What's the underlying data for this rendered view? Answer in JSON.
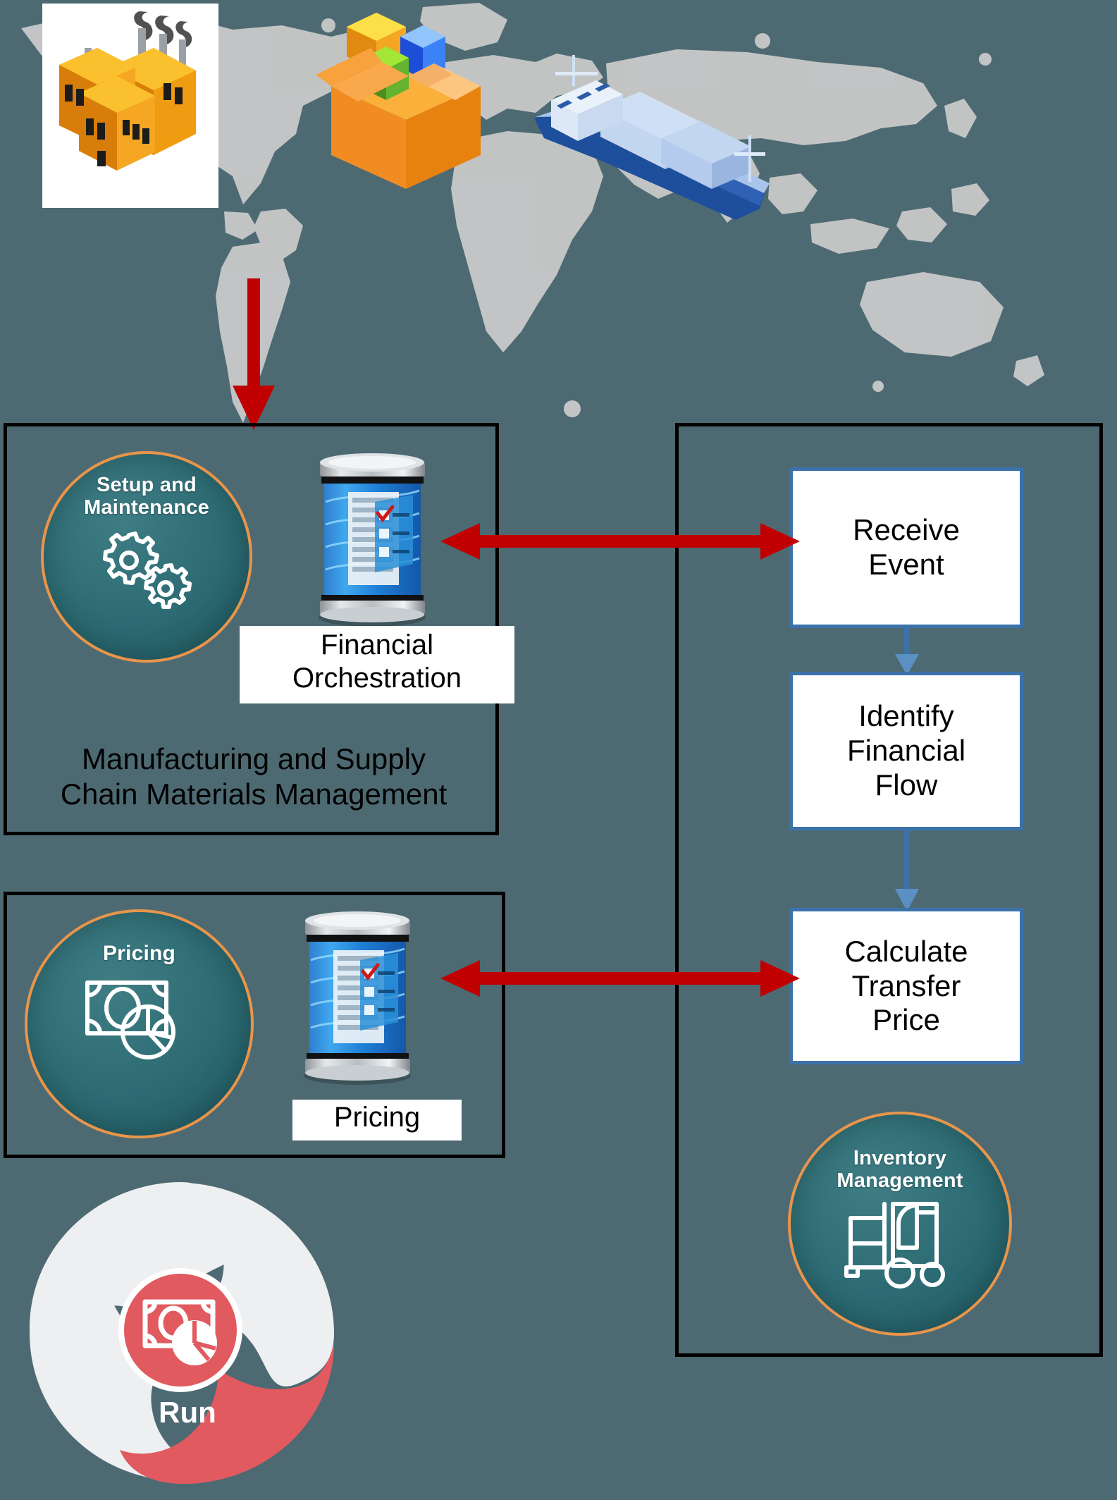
{
  "background": {
    "color": "#4d6a73",
    "map_color": "#c9c9c9"
  },
  "top_graphics": [
    {
      "name": "factory-illustration",
      "alt": "Factory with smokestacks"
    },
    {
      "name": "package-box-illustration",
      "alt": "Open shipping box with cubes"
    },
    {
      "name": "container-ship-illustration",
      "alt": "Container cargo ship"
    }
  ],
  "flow_arrow_down": {
    "name": "red-down-arrow",
    "color": "#c00000"
  },
  "panels": {
    "manufacturing": {
      "title": "Manufacturing and Supply Chain Materials Management",
      "title_line1": "Manufacturing and Supply",
      "title_line2": "Chain Materials Management",
      "badge": {
        "label": "Setup and Maintenance",
        "label_line1": "Setup and",
        "label_line2": "Maintenance",
        "icon": "gears-icon",
        "border_color": "#e8954a"
      },
      "database": {
        "icon": "cylinder-database-icon",
        "caption": "Financial Orchestration",
        "caption_line1": "Financial",
        "caption_line2": "Orchestration"
      }
    },
    "pricing": {
      "badge": {
        "label": "Pricing",
        "icon": "money-pie-chart-icon",
        "border_color": "#e8954a"
      },
      "database": {
        "icon": "cylinder-database-icon",
        "caption": "Pricing"
      }
    },
    "process": {
      "steps": [
        {
          "name": "receive-event",
          "label": "Receive Event",
          "line1": "Receive",
          "line2": "Event",
          "line3": ""
        },
        {
          "name": "identify-financial-flow",
          "label": "Identify Financial Flow",
          "line1": "Identify",
          "line2": "Financial",
          "line3": "Flow"
        },
        {
          "name": "calculate-transfer-price",
          "label": "Calculate Transfer Price",
          "line1": "Calculate",
          "line2": "Transfer",
          "line3": "Price"
        }
      ],
      "badge": {
        "label": "Inventory Management",
        "label_line1": "Inventory",
        "label_line2": "Management",
        "icon": "forklift-icon",
        "border_color": "#e8954a"
      },
      "box_border_color": "#3b72aa",
      "connector_color": "#3b72aa"
    }
  },
  "connectors": {
    "top_double_arrow": {
      "name": "financial-orchestration-to-receive-event",
      "color": "#c00000"
    },
    "bottom_double_arrow": {
      "name": "pricing-to-calculate-transfer-price",
      "color": "#c00000"
    }
  },
  "run_logo": {
    "label": "Run",
    "petal_color": "#eeeff0",
    "accent_color": "#e05a5f",
    "icon": "money-pie-chart-icon"
  }
}
